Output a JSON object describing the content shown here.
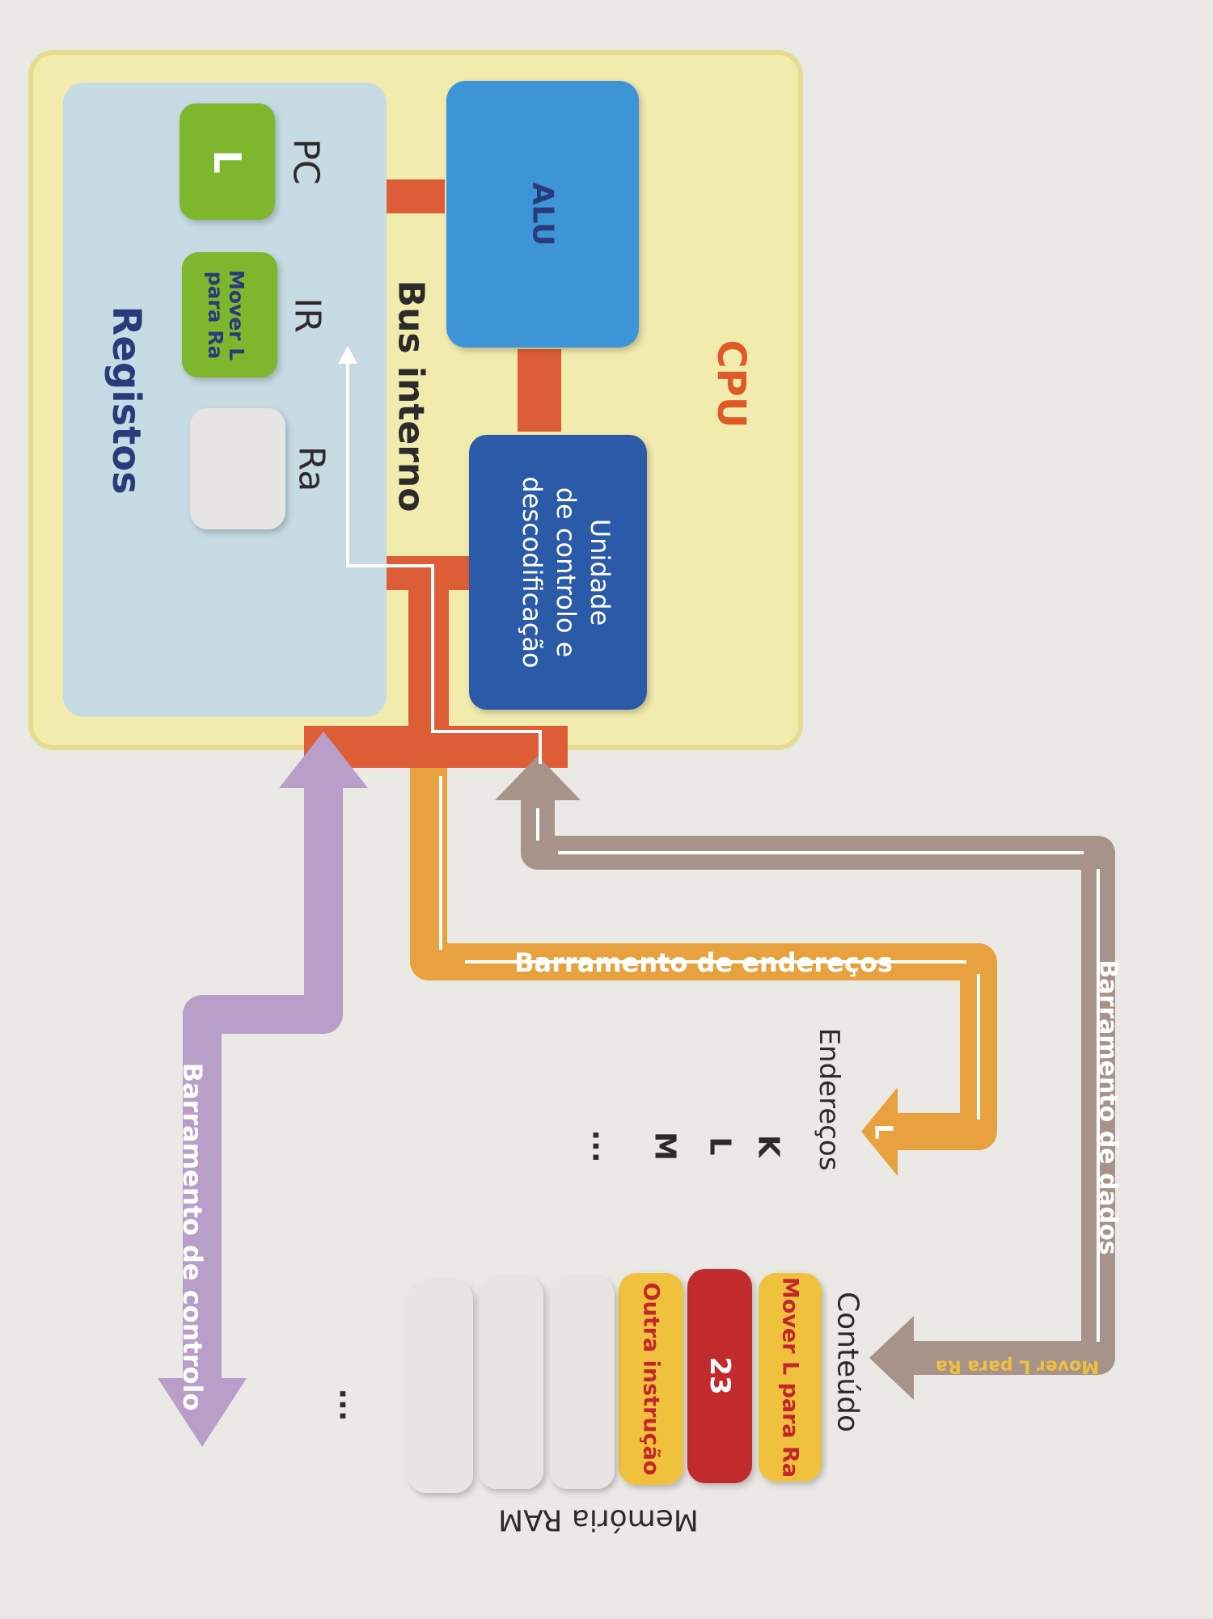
{
  "colors": {
    "page": "#ebe9e6",
    "cpu_fill": "#f2ebae",
    "cpu_edge": "#e6dc90",
    "registos_fill": "#c7dbe4",
    "alu_fill": "#3d95d8",
    "control_unit_fill": "#2c5aa8",
    "register_green": "#7eb72e",
    "register_empty": "#e6e5e3",
    "bus_red": "#dd5d36",
    "address_bus": "#e7a13e",
    "data_bus": "#a8938a",
    "control_bus": "#b89ec8",
    "mem_yellow": "#f0c13c",
    "mem_red": "#c22a2e",
    "text_dark": "#2d2a2b",
    "text_navy": "#2a3a7a",
    "text_orange": "#e05a28",
    "text_white": "#ffffff",
    "text_red": "#c3262a"
  },
  "cpu": {
    "label": "CPU"
  },
  "alu": {
    "label": "ALU"
  },
  "control_unit": {
    "line1": "Unidade",
    "line2": "de controlo e",
    "line3": "descodificação"
  },
  "internal_bus": {
    "label": "Bus interno"
  },
  "registers": {
    "group_label": "Registos",
    "pc": {
      "name": "PC",
      "value": "L"
    },
    "ir": {
      "name": "IR",
      "value_line1": "Mover L",
      "value_line2": "para Ra"
    },
    "ra": {
      "name": "Ra",
      "value": ""
    }
  },
  "address_bus": {
    "label": "Barramento de endereços",
    "arrow_value": "L"
  },
  "data_bus": {
    "label": "Barramento de dados",
    "arrow_value": "Mover L para Ra"
  },
  "control_bus": {
    "label": "Barramento de controlo"
  },
  "memory": {
    "title": "Memória RAM",
    "addresses_header": "Endereços",
    "contents_header": "Conteúdo",
    "addresses": [
      "K",
      "L",
      "M",
      "..."
    ],
    "cells": [
      "Mover L para Ra",
      "23",
      "Outra instrução",
      "",
      "",
      ""
    ],
    "ellipsis": "..."
  }
}
